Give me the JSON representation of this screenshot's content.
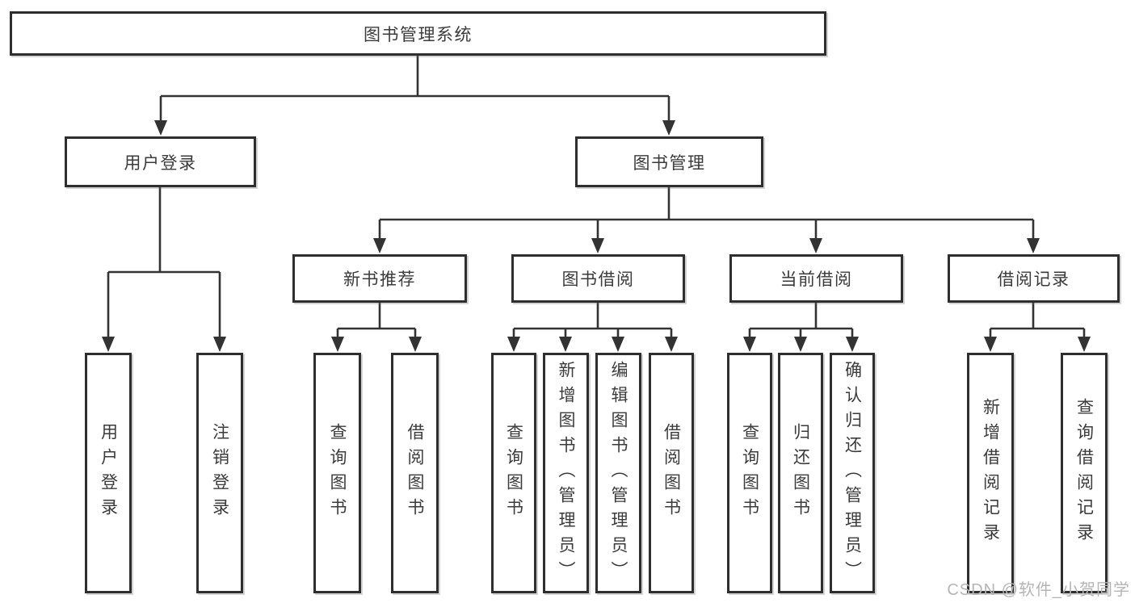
{
  "diagram": {
    "root": {
      "label": "图书管理系统"
    },
    "branches": [
      {
        "label": "用户登录",
        "children": [
          {
            "label": "用户登录"
          },
          {
            "label": "注销登录"
          }
        ]
      },
      {
        "label": "图书管理",
        "children": [
          {
            "label": "新书推荐",
            "children": [
              {
                "label": "查询图书"
              },
              {
                "label": "借阅图书"
              }
            ]
          },
          {
            "label": "图书借阅",
            "children": [
              {
                "label": "查询图书"
              },
              {
                "label": "新增图书（管理员）"
              },
              {
                "label": "编辑图书（管理员）"
              },
              {
                "label": "借阅图书"
              }
            ]
          },
          {
            "label": "当前借阅",
            "children": [
              {
                "label": "查询图书"
              },
              {
                "label": "归还图书"
              },
              {
                "label": "确认归还（管理员）"
              }
            ]
          },
          {
            "label": "借阅记录",
            "children": [
              {
                "label": "新增借阅记录"
              },
              {
                "label": "查询借阅记录"
              }
            ]
          }
        ]
      }
    ]
  },
  "watermark": {
    "text": "CSDN @软件_小贺同学"
  },
  "colors": {
    "line": "#333333",
    "box_border": "#2e2e2e",
    "text": "#3b3b3b",
    "watermark": "#b5b5b5",
    "background": "#ffffff"
  }
}
